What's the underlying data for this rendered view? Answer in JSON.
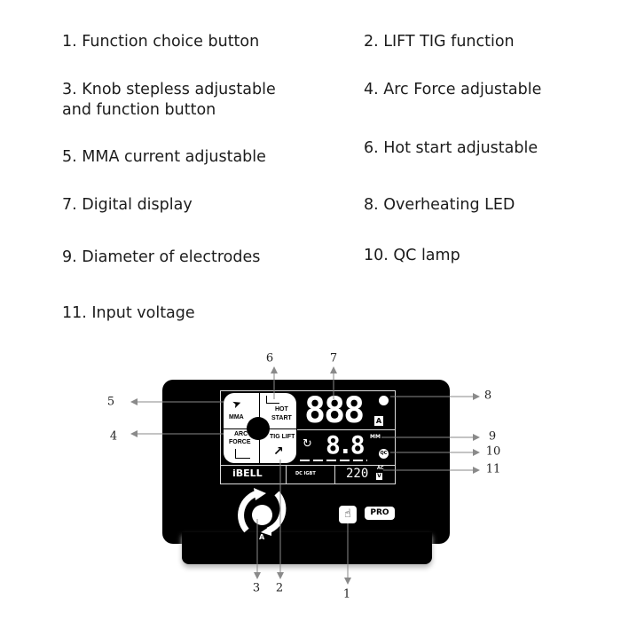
{
  "legend_items": [
    {
      "text": "1. Function choice button"
    },
    {
      "text": "2. LIFT TIG function"
    },
    {
      "text": "3. Knob stepless adjustable\nand function button"
    },
    {
      "text": "4. Arc Force adjustable"
    },
    {
      "text": "5. MMA current adjustable"
    },
    {
      "text": "6. Hot start adjustable"
    },
    {
      "text": "7. Digital display"
    },
    {
      "text": "8. Overheating LED"
    },
    {
      "text": "9. Diameter of electrodes"
    },
    {
      "text": "10. QC lamp"
    },
    {
      "text": "11. Input voltage"
    }
  ],
  "callouts": [
    "1",
    "2",
    "3",
    "4",
    "5",
    "6",
    "7",
    "8",
    "9",
    "10",
    "11"
  ],
  "panel": {
    "mma": "MMA",
    "hot": "HOT",
    "start": "START",
    "arc": "ARC",
    "force": "FORCE",
    "tig": "TIG LIFT",
    "main_display": "888",
    "unit_a": "A",
    "small_display": "8.8",
    "mm": "MM",
    "qc": "QC",
    "brand": "iBELL",
    "dc_igbt": "DC IGBT",
    "voltage": "220",
    "ac": "AC",
    "v": "V",
    "knob_label": "A",
    "pro": "PRO"
  },
  "colors": {
    "panel": "#000000",
    "display_text": "#ffffff",
    "arrow": "#8a8a8a"
  }
}
